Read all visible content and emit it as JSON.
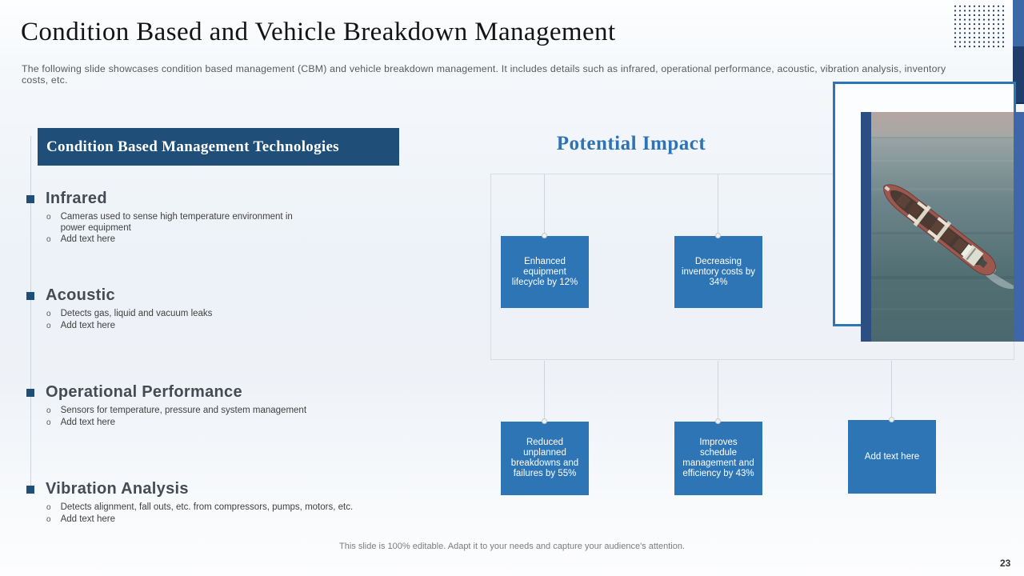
{
  "slide": {
    "title": "Condition Based and Vehicle Breakdown Management",
    "subtitle": "The following slide showcases condition based management (CBM) and vehicle breakdown management. It includes details such as infrared, operational performance, acoustic, vibration analysis, inventory costs, etc.",
    "footer_note": "This slide is 100% editable. Adapt it to your needs and capture your audience's attention.",
    "page_number": "23"
  },
  "left_panel": {
    "header": "Condition Based Management Technologies",
    "bullet_glyph": "o",
    "items": [
      {
        "heading": "Infrared",
        "points": [
          "Cameras used to sense high temperature environment in power equipment",
          "Add text here"
        ]
      },
      {
        "heading": "Acoustic",
        "points": [
          "Detects gas, liquid and vacuum leaks",
          "Add text here"
        ]
      },
      {
        "heading": "Operational Performance",
        "points": [
          "Sensors for temperature, pressure and system management",
          "Add text here"
        ]
      },
      {
        "heading": "Vibration Analysis",
        "points": [
          "Detects alignment, fall outs, etc. from compressors, pumps, motors, etc.",
          "Add text here"
        ]
      }
    ]
  },
  "impact": {
    "heading": "Potential Impact",
    "top_boxes": [
      "Enhanced equipment lifecycle by 12%",
      "Decreasing inventory costs by 34%"
    ],
    "bottom_boxes": [
      "Reduced unplanned breakdowns and failures by 55%",
      "Improves schedule management and efficiency by 43%",
      "Add text here"
    ]
  },
  "photo": {
    "description": "Aerial view of a red cargo ship sailing at sea"
  },
  "colors": {
    "navy": "#1f4e79",
    "accent_blue": "#2e75b6",
    "heading_blue": "#2e74b5"
  }
}
